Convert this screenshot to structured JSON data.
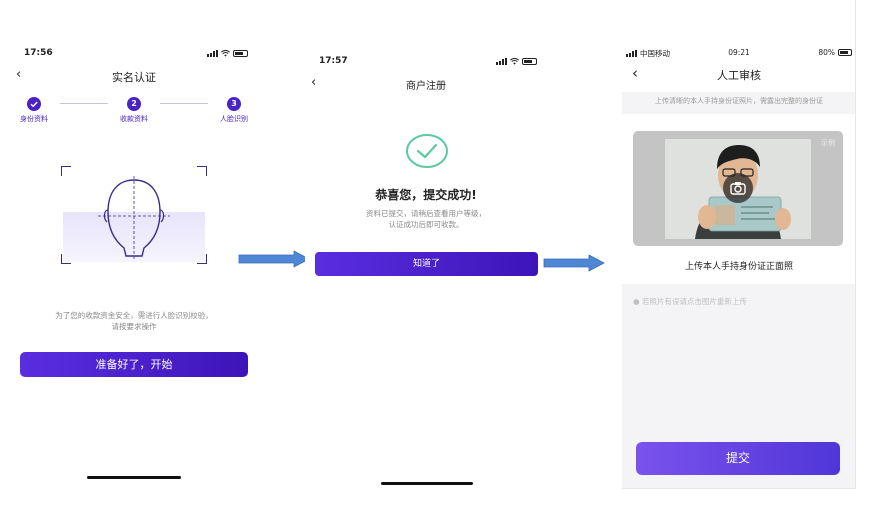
{
  "phone1": {
    "status_time": "17:56",
    "nav_title": "实名认证",
    "steps": [
      {
        "number": "",
        "label": "身份资料"
      },
      {
        "number": "2",
        "label": "收款资料"
      },
      {
        "number": "3",
        "label": "人脸识别"
      }
    ],
    "hint": "为了您的收款资金安全，需进行人脸识别校验，请按要求操作",
    "start_button": "准备好了，开始"
  },
  "phone2": {
    "status_time": "17:57",
    "nav_title": "商户注册",
    "success_title": "恭喜您，提交成功!",
    "success_desc_line1": "资料已提交，请稍后查看用户等级，",
    "success_desc_line2": "认证成功后即可收款。",
    "ok_button": "知道了"
  },
  "phone3": {
    "carrier": "中国移动",
    "status_time": "09:21",
    "battery_pct": "80%",
    "nav_title": "人工审核",
    "notice": "上传清晰的本人手持身份证照片，需露出完整的身份证",
    "sample_tag": "示例",
    "upload_label": "上传本人手持身份证正面照",
    "tip": "● 若照片有误请点击图片重新上传",
    "submit_button": "提交"
  },
  "colors": {
    "accent": "#4b22c8",
    "success_green": "#5cc9a0",
    "arrow_blue": "#4f86d6",
    "submit_purple": "#6a44e4"
  }
}
